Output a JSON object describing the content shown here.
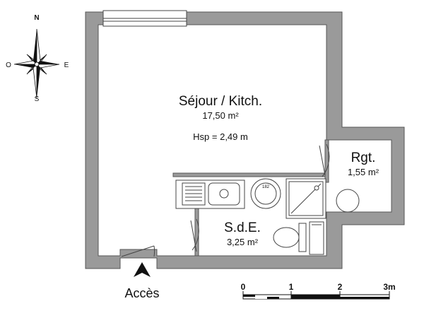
{
  "compass": {
    "north": "N",
    "south": "S",
    "east": "E",
    "west": "O"
  },
  "rooms": {
    "sejour": {
      "name": "Séjour / Kitch.",
      "area": "17,50 m²",
      "height": "Hsp =  2,49 m"
    },
    "rgt": {
      "name": "Rgt.",
      "area": "1,55 m²"
    },
    "sde": {
      "name": "S.d.E.",
      "area": "3,25 m²"
    }
  },
  "entry": {
    "label": "Accès"
  },
  "scale": {
    "ticks": [
      "0",
      "1",
      "2",
      "3m"
    ]
  },
  "appliances": {
    "water_heater_label": "182"
  },
  "colors": {
    "wall": "#9a9a9a",
    "wall_stroke": "#555555"
  }
}
